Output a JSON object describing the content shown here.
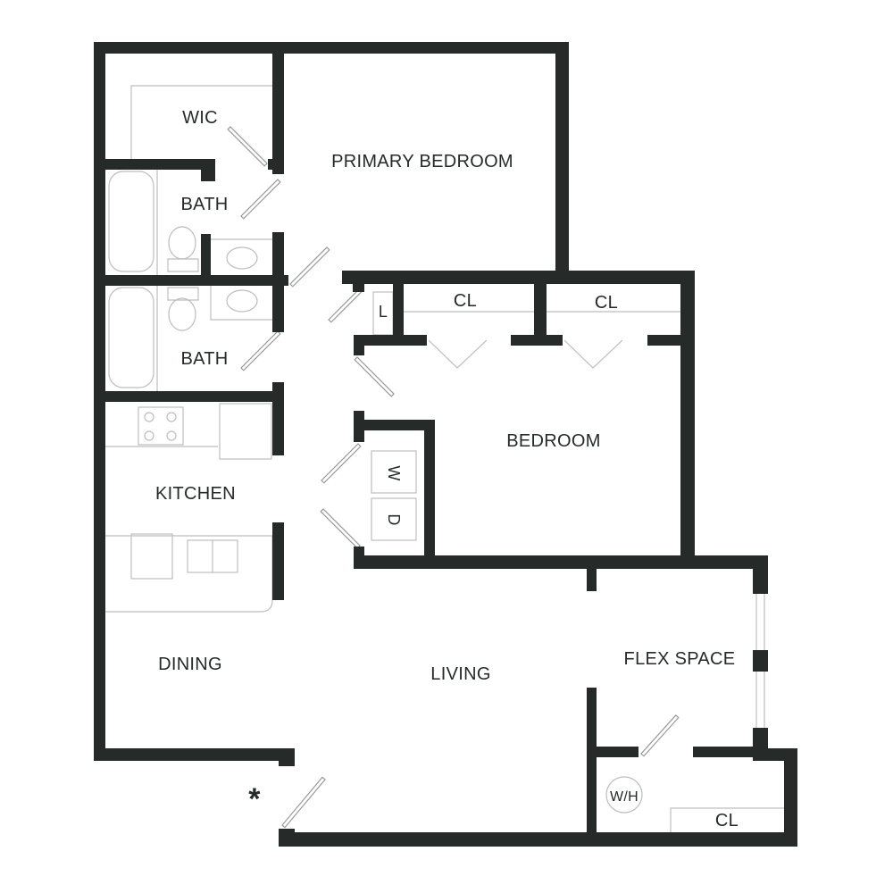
{
  "colors": {
    "wall": "#262a29",
    "fixture": "#bdbdbd"
  },
  "rooms": {
    "wic": "WIC",
    "primary_bedroom": "PRIMARY BEDROOM",
    "bath_1": "BATH",
    "bath_2": "BATH",
    "linen": "L",
    "closet_1": "CL",
    "closet_2": "CL",
    "bedroom": "BEDROOM",
    "washer": "W",
    "dryer": "D",
    "kitchen": "KITCHEN",
    "dining": "DINING",
    "living": "LIVING",
    "flex_space": "FLEX SPACE",
    "water_heater": "W/H",
    "closet_3": "CL"
  },
  "entry_marker": "*"
}
